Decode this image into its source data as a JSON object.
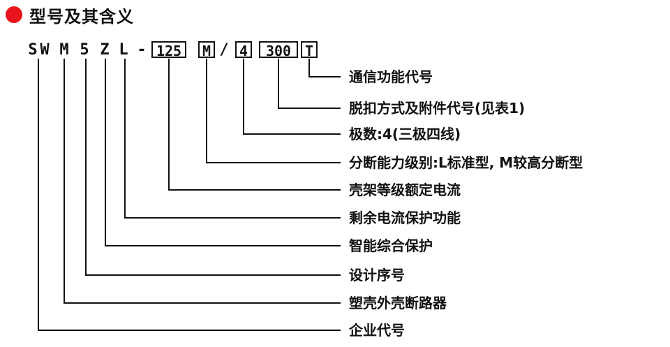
{
  "header": {
    "title": "型号及其含义",
    "bullet_color": "#e8141c"
  },
  "code": {
    "chars": [
      "S",
      "W",
      "M",
      "5",
      "Z",
      "L"
    ],
    "dash": "-",
    "boxes": [
      "125",
      "M",
      "4",
      "300",
      "T"
    ],
    "slash": "/"
  },
  "descriptions": [
    "通信功能代号",
    "脱扣方式及附件代号(见表1)",
    "极数:4(三极四线)",
    "分断能力级别:L标准型, M较高分断型",
    "壳架等级额定电流",
    "剩余电流保护功能",
    "智能综合保护",
    "设计序号",
    "塑壳外壳断路器",
    "企业代号"
  ]
}
